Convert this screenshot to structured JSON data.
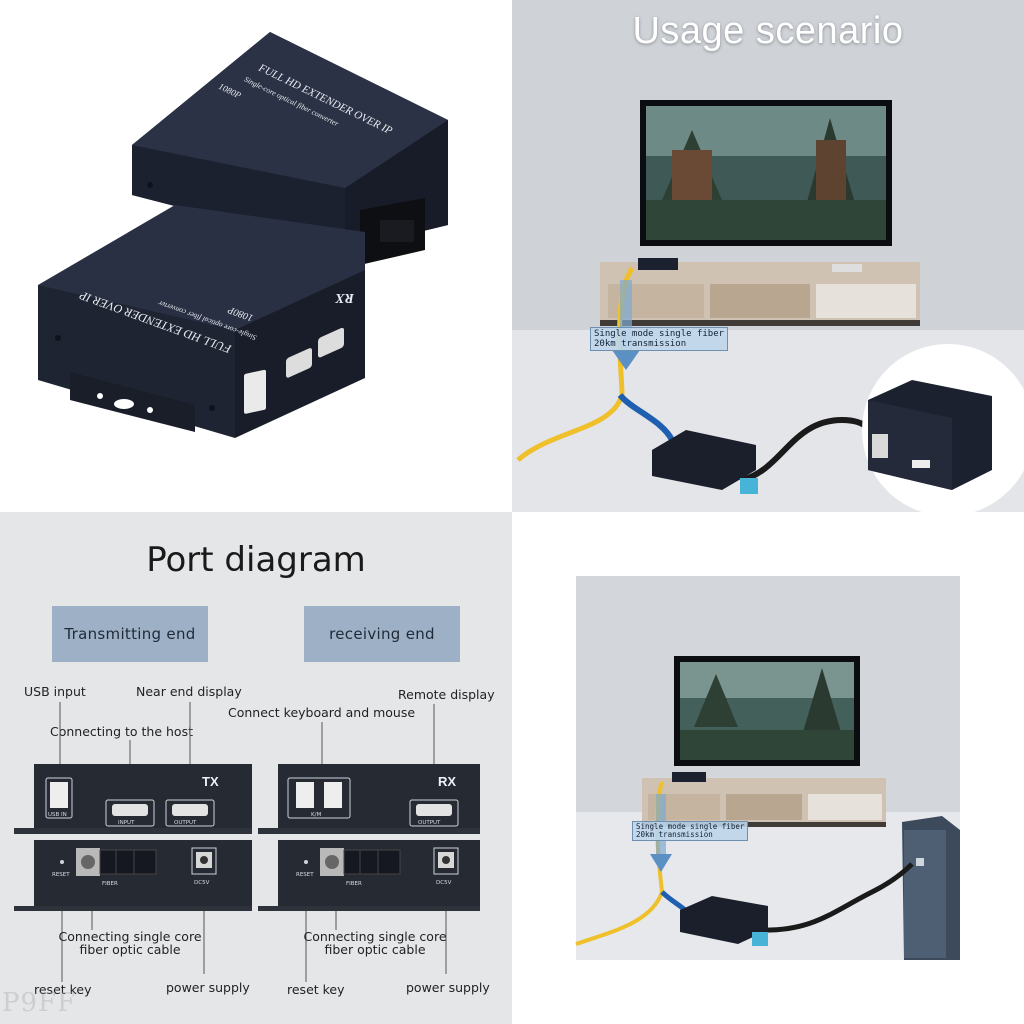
{
  "product": {
    "top_unit": {
      "line1": "FULL HD EXTENDER OVER IP",
      "line2": "Single-core optical fiber converter",
      "line3": "1080P"
    },
    "front_unit": {
      "line1": "FULL HD EXTENDER OVER IP",
      "line2": "Single-core optical fiber converter",
      "line3": "1080P",
      "tag": "RX"
    }
  },
  "usage": {
    "title": "Usage scenario",
    "fiber_note_line1": "Single mode single fiber",
    "fiber_note_line2": "20km transmission"
  },
  "ports": {
    "title": "Port diagram",
    "transmitting_end": "Transmitting end",
    "receiving_end": "receiving end",
    "tx": {
      "usb_input": "USB input",
      "near_end_display": "Near end display",
      "connecting_host": "Connecting to the host",
      "tag": "TX",
      "port_usb": "USB IN",
      "port_input": "INPUT",
      "port_output": "OUTPUT",
      "reset": "RESET",
      "fiber": "FIBER",
      "dc": "DC5V",
      "fiber_cable_line1": "Connecting single core",
      "fiber_cable_line2": "fiber optic cable",
      "reset_key": "reset key",
      "power_supply": "power supply"
    },
    "rx": {
      "remote_display": "Remote display",
      "keyboard_mouse": "Connect keyboard and mouse",
      "tag": "RX",
      "port_km": "K/M",
      "port_output": "OUTPUT",
      "reset": "RESET",
      "fiber": "FIBER",
      "dc": "DC5V",
      "fiber_cable_line1": "Connecting single core",
      "fiber_cable_line2": "fiber optic cable",
      "reset_key": "reset key",
      "power_supply": "power supply"
    }
  },
  "scene": {
    "fiber_note_line1": "Single mode single fiber",
    "fiber_note_line2": "20km transmission"
  },
  "watermark": "P9FF"
}
